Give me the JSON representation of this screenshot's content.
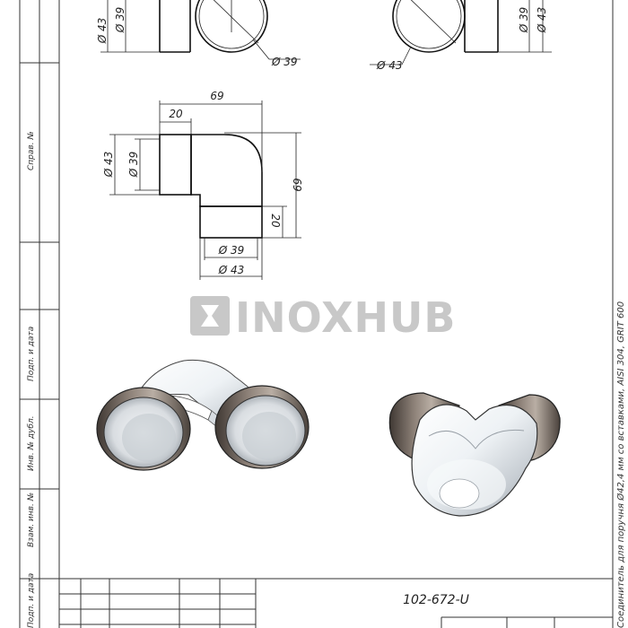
{
  "side_labels": {
    "sprav": "Справ. №",
    "podp_data_1": "Подп. и дата",
    "inv_dubl": "Инв. № дубл.",
    "vzam_inv": "Взам. инв. №",
    "podp_data_2": "Подп. и дата"
  },
  "right_title": "Соединитель для поручня Ø42,4 мм со вставками, AISI 304, GRIT 600",
  "top_views": {
    "left": {
      "d_outer": "Ø 43",
      "d_inner": "Ø 39",
      "d_callout": "Ø 39"
    },
    "right": {
      "d_outer": "Ø 43",
      "d_inner": "Ø 39",
      "d_callout": "Ø 43"
    }
  },
  "front_view": {
    "width_total": "69",
    "insert_length_h": "20",
    "d_outer_left": "Ø 43",
    "d_inner_left": "Ø 39",
    "height_total": "69",
    "insert_length_v": "20",
    "d_inner_bottom": "Ø 39",
    "d_outer_bottom": "Ø 43"
  },
  "watermark": "INOXHUB",
  "drawing_number": "102-672-U",
  "colors": {
    "line": "#222222",
    "watermark": "#c8c8c8",
    "steel_dark": "#7a6e66",
    "chrome": "#e9eef2"
  }
}
